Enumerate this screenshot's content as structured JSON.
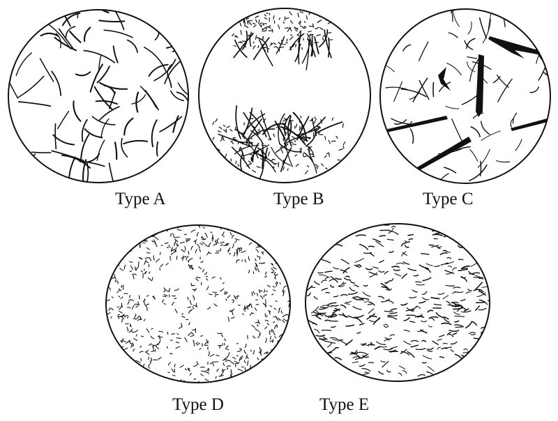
{
  "figure": {
    "panels": [
      {
        "id": "a",
        "label": "Type A"
      },
      {
        "id": "b",
        "label": "Type B"
      },
      {
        "id": "c",
        "label": "Type C"
      },
      {
        "id": "d",
        "label": "Type D"
      },
      {
        "id": "e",
        "label": "Type E"
      }
    ]
  },
  "colors": {
    "ink": "#111111",
    "background": "#ffffff"
  }
}
